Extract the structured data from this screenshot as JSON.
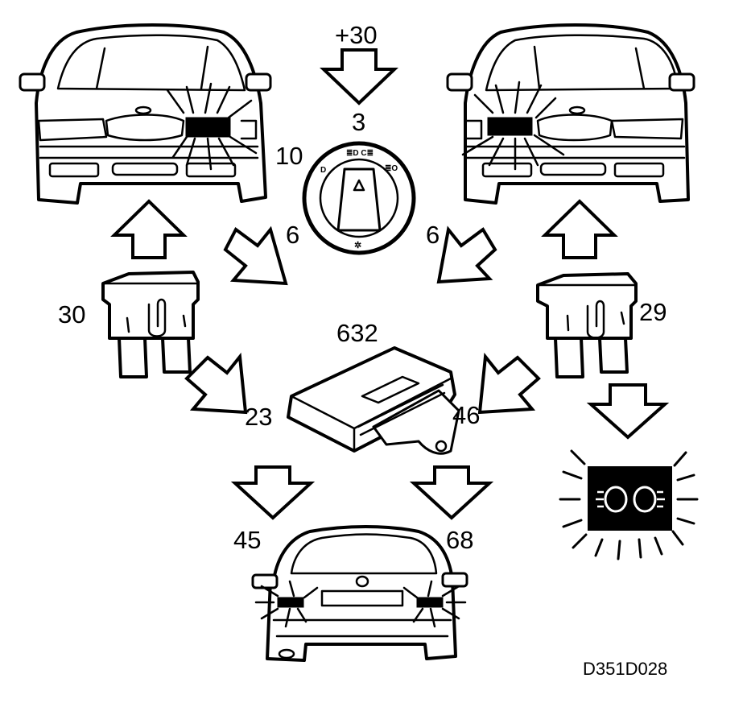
{
  "labels": {
    "supply": "+30",
    "switch": "3",
    "front_light_left": "10",
    "wire_left": "6",
    "wire_right": "6",
    "fuse_left": "30",
    "fuse_right": "29",
    "control_module": "632",
    "wire_left_module": "23",
    "wire_right_module": "46",
    "rear_left": "45",
    "rear_right": "68",
    "drawing_code": "D351D028"
  },
  "icons": {
    "indicator_lamp": "fog-light-indicator-icon",
    "switch": "light-switch-icon"
  }
}
